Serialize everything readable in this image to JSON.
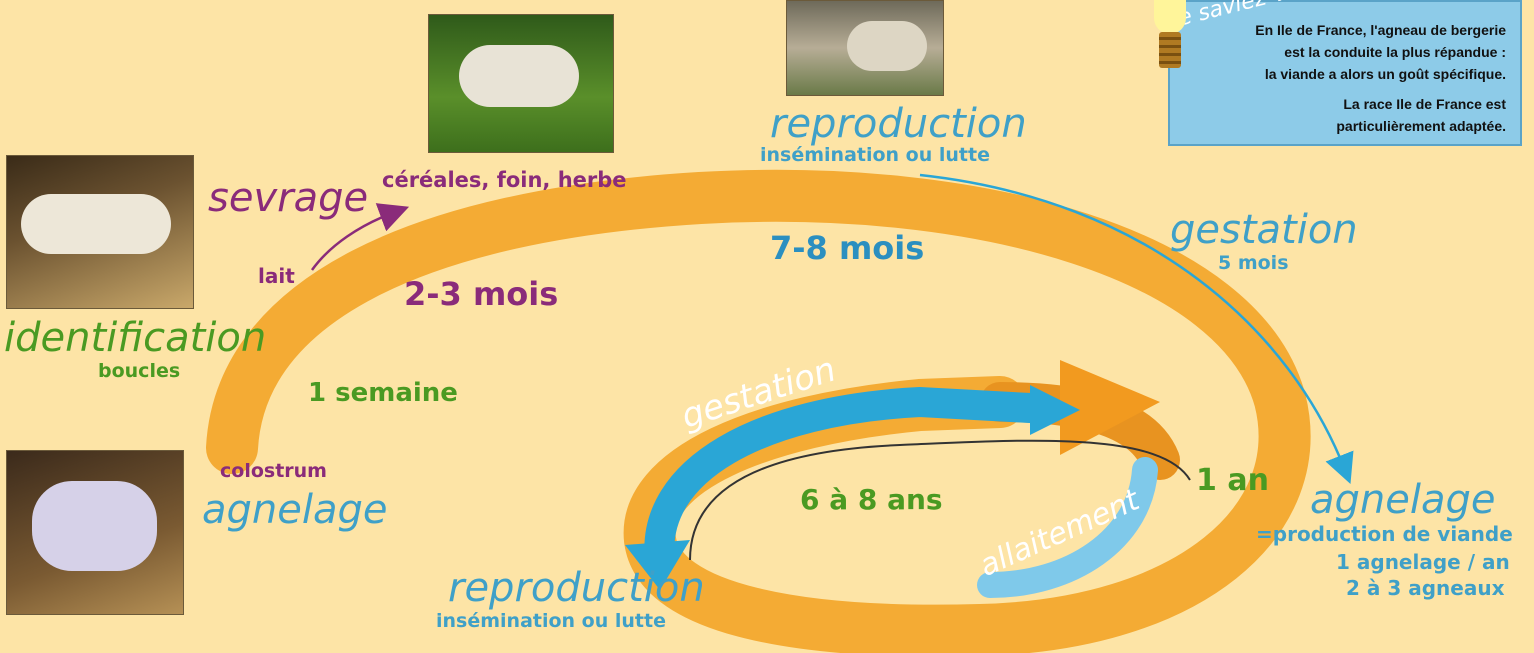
{
  "labels": {
    "sevrage": "sevrage",
    "feed": "céréales, foin, herbe",
    "lait": "lait",
    "reproduction_top": "reproduction",
    "reproduction_top_sub": "insémination ou lutte",
    "gestation_right": "gestation",
    "gestation_right_sub": "5 mois",
    "identification": "identification",
    "identification_sub": "boucles",
    "colostrum": "colostrum",
    "agnelage_left": "agnelage",
    "agnelage_right": "agnelage",
    "agnelage_right_sub1": "=production de viande",
    "agnelage_right_sub2": "1 agnelage / an",
    "agnelage_right_sub3": "2 à 3 agneaux",
    "reproduction_bottom": "reproduction",
    "reproduction_bottom_sub": "insémination ou lutte",
    "gestation_inner": "gestation",
    "allaitement": "allaitement"
  },
  "durations": {
    "d_7_8": "7-8 mois",
    "d_2_3": "2-3 mois",
    "d_1_semaine": "1 semaine",
    "d_6_8": "6 à 8 ans",
    "d_1_an": "1 an"
  },
  "infobox": {
    "title": "Le saviez-vous ?",
    "line1": "En Ile de France, l'agneau de bergerie",
    "line2": "est la conduite la plus répandue :",
    "line3": "la viande a alors un goût spécifique.",
    "line4": "La race Ile de France est",
    "line5": "particulièrement adaptée."
  },
  "colors": {
    "orange": "#f2a12a",
    "blue": "#2aa6d6",
    "green": "#4a9a22",
    "purple": "#8a2b7a",
    "background": "#fde4a6"
  }
}
